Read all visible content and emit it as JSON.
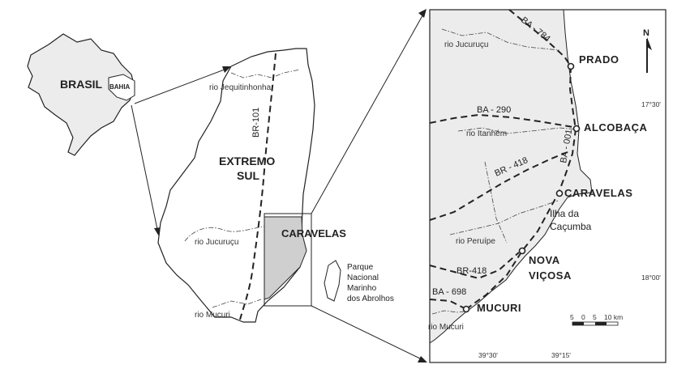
{
  "regions": {
    "brasil": "BRASIL",
    "bahia": "BAHIA",
    "extremo_sul_line1": "EXTREMO",
    "extremo_sul_line2": "SUL",
    "caravelas_area": "CARAVELAS"
  },
  "rivers": {
    "jequitinhonha": "rio Jequitinhonha",
    "jucurucu_left": "rio Jucuruçu",
    "mucuri_left": "rio Mucuri",
    "jucurucu_right": "rio Jucuruçu",
    "itanhem": "rio Itanhém",
    "peruipe": "rio Peruípe",
    "mucuri_right": "rio Mucuri"
  },
  "roads": {
    "br101": "BR-101",
    "ba784": "BA - 784",
    "ba290": "BA - 290",
    "ba001": "BA - 001",
    "br418_north": "BR - 418",
    "br418_south": "BR-418",
    "ba698": "BA - 698"
  },
  "cities": {
    "prado": "PRADO",
    "alcobaca": "ALCOBAÇA",
    "caravelas": "CARAVELAS",
    "nova_vicosa_line1": "NOVA",
    "nova_vicosa_line2": "VIÇOSA",
    "mucuri": "MUCURI"
  },
  "island": {
    "line1": "Ilha da",
    "line2": "Caçumba"
  },
  "park": {
    "line1": "Parque",
    "line2": "Nacional",
    "line3": "Marinho",
    "line4": "dos Abrolhos"
  },
  "coordinates": {
    "lat1": "17°30'",
    "lat2": "18°00'",
    "lon1": "39°30'",
    "lon2": "39°15'"
  },
  "north_arrow": {
    "label": "N"
  },
  "scale": {
    "t0": "5",
    "t1": "0",
    "t2": "5",
    "t3": "10 km"
  },
  "colors": {
    "land_fill": "#ececec",
    "highlight_fill": "#cfcfcf",
    "line": "#222222"
  }
}
